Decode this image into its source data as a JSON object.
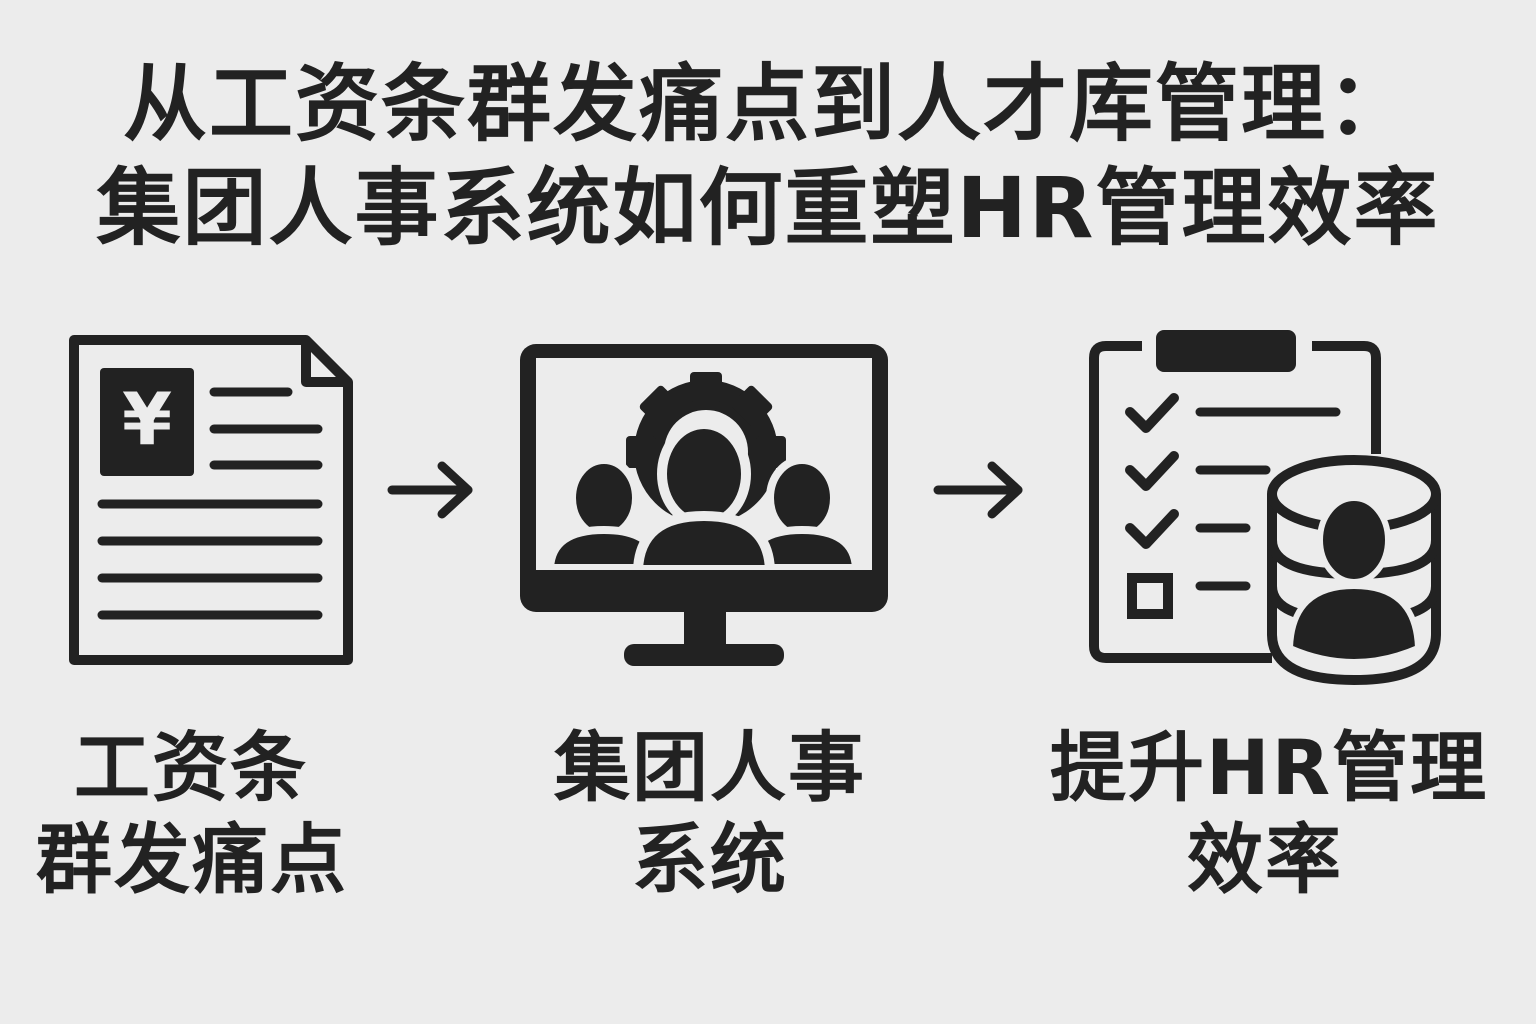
{
  "title": {
    "line1": "从工资条群发痛点到人才库管理：",
    "line2": "集团人事系统如何重塑HR管理效率"
  },
  "steps": [
    {
      "icon": "payslip-document-icon",
      "symbol": "¥",
      "caption_line1": "工资条",
      "caption_line2": "群发痛点"
    },
    {
      "icon": "monitor-team-gear-icon",
      "caption_line1": "集团人事",
      "caption_line2": "系统"
    },
    {
      "icon": "clipboard-talent-database-icon",
      "caption_line1": "提升HR管理",
      "caption_line2": "效率"
    }
  ],
  "arrows": [
    "arrow-right-icon",
    "arrow-right-icon"
  ],
  "colors": {
    "background": "#ececec",
    "ink": "#222222"
  }
}
